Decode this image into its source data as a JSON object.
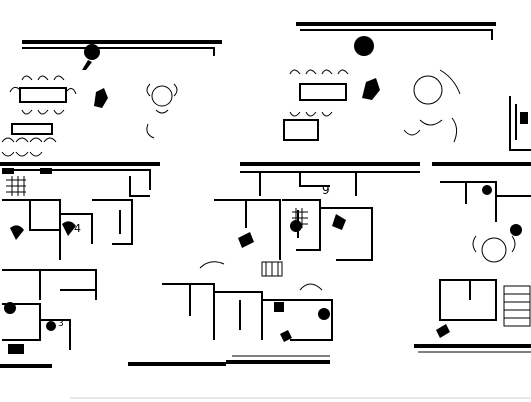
{
  "plan": {
    "view": "floor-plan",
    "background": "#ffffff",
    "ink": "#000000",
    "marks": {
      "a": "9",
      "b": "4",
      "c": "3"
    }
  }
}
